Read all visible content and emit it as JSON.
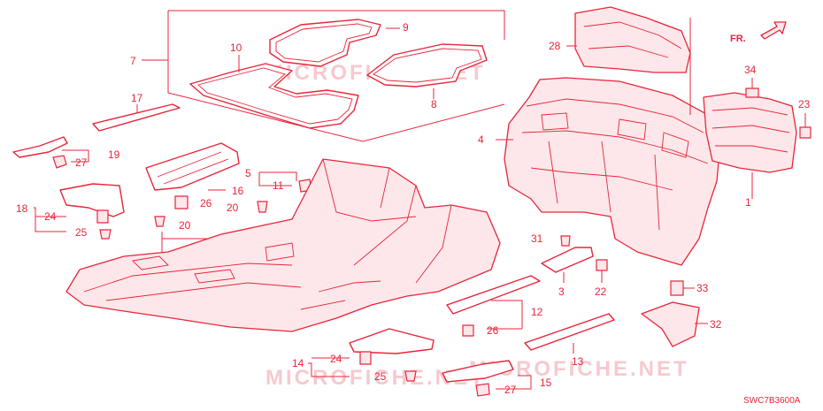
{
  "diagram": {
    "watermark": "MICROFICHE.NET",
    "figure_code": "SWC7B3600A",
    "direction_label": "FR.",
    "accent_color": "#e8253a",
    "callouts": [
      {
        "id": "c1",
        "label": "1"
      },
      {
        "id": "c3",
        "label": "3"
      },
      {
        "id": "c4",
        "label": "4"
      },
      {
        "id": "c5",
        "label": "5"
      },
      {
        "id": "c7",
        "label": "7"
      },
      {
        "id": "c8",
        "label": "8"
      },
      {
        "id": "c9",
        "label": "9"
      },
      {
        "id": "c10",
        "label": "10"
      },
      {
        "id": "c11",
        "label": "11"
      },
      {
        "id": "c12",
        "label": "12"
      },
      {
        "id": "c13",
        "label": "13"
      },
      {
        "id": "c14",
        "label": "14"
      },
      {
        "id": "c15",
        "label": "15"
      },
      {
        "id": "c16",
        "label": "16"
      },
      {
        "id": "c17",
        "label": "17"
      },
      {
        "id": "c18",
        "label": "18"
      },
      {
        "id": "c19",
        "label": "19"
      },
      {
        "id": "c20a",
        "label": "20"
      },
      {
        "id": "c20b",
        "label": "20"
      },
      {
        "id": "c22",
        "label": "22"
      },
      {
        "id": "c23",
        "label": "23"
      },
      {
        "id": "c24a",
        "label": "24"
      },
      {
        "id": "c24b",
        "label": "24"
      },
      {
        "id": "c25a",
        "label": "25"
      },
      {
        "id": "c25b",
        "label": "25"
      },
      {
        "id": "c26a",
        "label": "26"
      },
      {
        "id": "c26b",
        "label": "26"
      },
      {
        "id": "c27a",
        "label": "27"
      },
      {
        "id": "c27b",
        "label": "27"
      },
      {
        "id": "c28",
        "label": "28"
      },
      {
        "id": "c31",
        "label": "31"
      },
      {
        "id": "c32",
        "label": "32"
      },
      {
        "id": "c33",
        "label": "33"
      },
      {
        "id": "c34",
        "label": "34"
      }
    ]
  }
}
